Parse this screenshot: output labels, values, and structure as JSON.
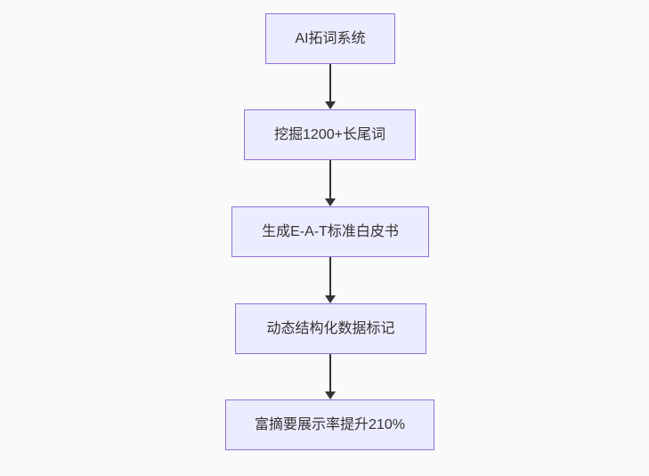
{
  "flowchart": {
    "type": "flowchart",
    "direction": "top-down",
    "nodes": [
      {
        "label": "AI拓词系统"
      },
      {
        "label": "挖掘1200+长尾词"
      },
      {
        "label": "生成E-A-T标准白皮书"
      },
      {
        "label": "动态结构化数据标记"
      },
      {
        "label": "富摘要展示率提升210%"
      }
    ],
    "edges": [
      {
        "from": "AI拓词系统",
        "to": "挖掘1200+长尾词"
      },
      {
        "from": "挖掘1200+长尾词",
        "to": "生成E-A-T标准白皮书"
      },
      {
        "from": "生成E-A-T标准白皮书",
        "to": "动态结构化数据标记"
      },
      {
        "from": "动态结构化数据标记",
        "to": "富摘要展示率提升210%"
      }
    ],
    "colors": {
      "background": "#FAFAFA",
      "node_fill": "#ECECFF",
      "node_border": "#9370DB",
      "edge": "#333333",
      "text": "#333333"
    }
  }
}
